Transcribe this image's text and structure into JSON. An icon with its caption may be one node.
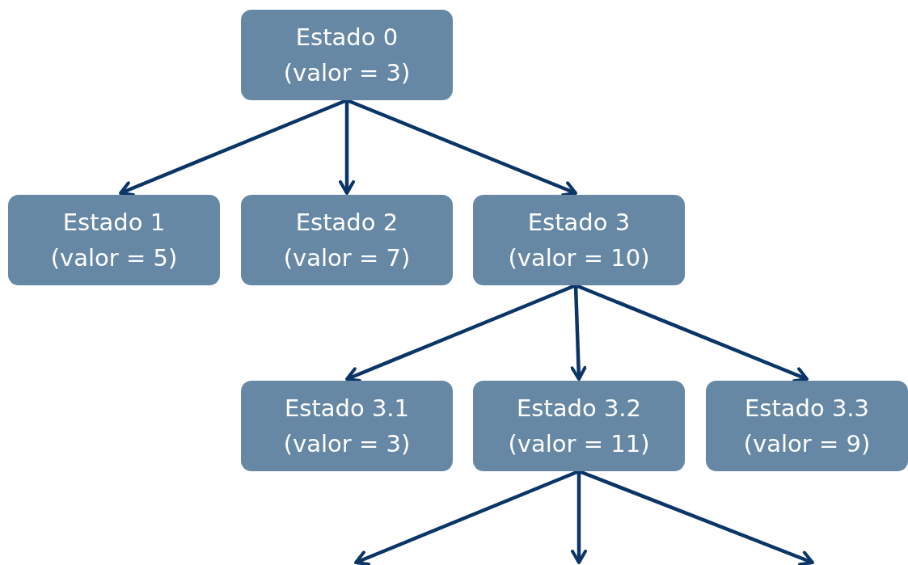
{
  "diagram": {
    "nodes": [
      {
        "text": [
          "Estado 0",
          "(valor = 3)"
        ]
      },
      {
        "text": [
          "Estado 1",
          "(valor = 5)"
        ]
      },
      {
        "text": [
          "Estado 2",
          "(valor = 7)"
        ]
      },
      {
        "text": [
          "Estado 3",
          "(valor = 10)"
        ]
      },
      {
        "text": [
          "Estado 3.1",
          "(valor = 3)"
        ]
      },
      {
        "text": [
          "Estado 3.2",
          "(valor = 11)"
        ]
      },
      {
        "text": [
          "Estado 3.3",
          "(valor = 9)"
        ]
      }
    ],
    "edges": [
      {
        "from": 0,
        "to": 1,
        "arrow": "to"
      },
      {
        "from": 0,
        "to": 2,
        "arrow": "to"
      },
      {
        "from": 0,
        "to": 3,
        "arrow": "to"
      },
      {
        "from": 3,
        "to": 4,
        "arrow": "to"
      },
      {
        "from": 3,
        "to": 5,
        "arrow": "to"
      },
      {
        "from": 3,
        "to": 6,
        "arrow": "to"
      },
      {
        "from": 5,
        "to": null,
        "arrow": "to"
      },
      {
        "from": 5,
        "to": null,
        "arrow": "to"
      },
      {
        "from": 5,
        "to": null,
        "arrow": "to"
      }
    ]
  }
}
